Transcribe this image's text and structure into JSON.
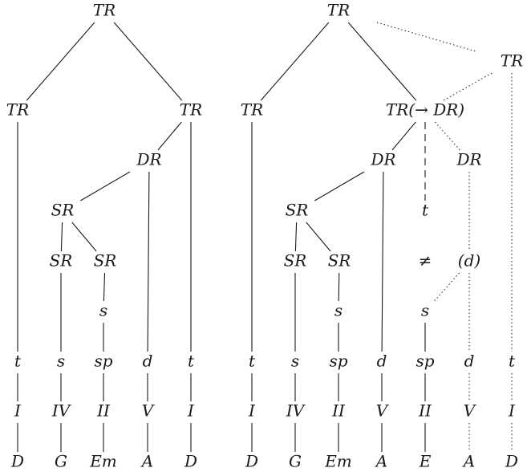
{
  "trees": [
    {
      "id": "left",
      "nodes": [
        {
          "id": "TR",
          "label": "TR"
        },
        {
          "id": "TRa",
          "label": "TR"
        },
        {
          "id": "TRb",
          "label": "TR"
        },
        {
          "id": "DR",
          "label": "DR"
        },
        {
          "id": "SR",
          "label": "SR"
        },
        {
          "id": "SR1",
          "label": "SR"
        },
        {
          "id": "SR2",
          "label": "SR"
        },
        {
          "id": "s",
          "label": "s"
        },
        {
          "id": "t1",
          "label": "t"
        },
        {
          "id": "s1",
          "label": "s"
        },
        {
          "id": "sp1",
          "label": "sp"
        },
        {
          "id": "d1",
          "label": "d"
        },
        {
          "id": "t2",
          "label": "t"
        },
        {
          "id": "n1",
          "label": "I"
        },
        {
          "id": "n2",
          "label": "IV"
        },
        {
          "id": "n3",
          "label": "II"
        },
        {
          "id": "n4",
          "label": "V"
        },
        {
          "id": "n5",
          "label": "I"
        },
        {
          "id": "c1",
          "label": "D"
        },
        {
          "id": "c2",
          "label": "G"
        },
        {
          "id": "c3",
          "label": "Em"
        },
        {
          "id": "c4",
          "label": "A"
        },
        {
          "id": "c5",
          "label": "D"
        }
      ]
    },
    {
      "id": "right",
      "nodes": [
        {
          "id": "TR",
          "label": "TR"
        },
        {
          "id": "TRx",
          "label": "TR"
        },
        {
          "id": "TRa",
          "label": "TR"
        },
        {
          "id": "TRc",
          "label": "TR(→ DR)"
        },
        {
          "id": "DR",
          "label": "DR"
        },
        {
          "id": "DR2",
          "label": "DR"
        },
        {
          "id": "SR",
          "label": "SR"
        },
        {
          "id": "SR1",
          "label": "SR"
        },
        {
          "id": "SR2",
          "label": "SR"
        },
        {
          "id": "tt",
          "label": "t"
        },
        {
          "id": "neq",
          "label": "≠"
        },
        {
          "id": "dpar",
          "label": "(d)"
        },
        {
          "id": "s",
          "label": "s"
        },
        {
          "id": "sE",
          "label": "s"
        },
        {
          "id": "t1",
          "label": "t"
        },
        {
          "id": "s1",
          "label": "s"
        },
        {
          "id": "sp1",
          "label": "sp"
        },
        {
          "id": "d1",
          "label": "d"
        },
        {
          "id": "sp2",
          "label": "sp"
        },
        {
          "id": "d2",
          "label": "d"
        },
        {
          "id": "t2",
          "label": "t"
        },
        {
          "id": "n1",
          "label": "I"
        },
        {
          "id": "n2",
          "label": "IV"
        },
        {
          "id": "n3",
          "label": "II"
        },
        {
          "id": "n4",
          "label": "V"
        },
        {
          "id": "n5",
          "label": "II"
        },
        {
          "id": "n6",
          "label": "V"
        },
        {
          "id": "n7",
          "label": "I"
        },
        {
          "id": "c1",
          "label": "D"
        },
        {
          "id": "c2",
          "label": "G"
        },
        {
          "id": "c3",
          "label": "Em"
        },
        {
          "id": "c4",
          "label": "A"
        },
        {
          "id": "c5",
          "label": "E"
        },
        {
          "id": "c6",
          "label": "A"
        },
        {
          "id": "c7",
          "label": "D"
        }
      ],
      "edges": [
        {
          "from": "TR",
          "to": "TRa",
          "style": "solid"
        },
        {
          "from": "TR",
          "to": "TRc",
          "style": "solid"
        },
        {
          "from": "TR",
          "to": "TRx",
          "style": "dotted"
        },
        {
          "from": "TRx",
          "to": "TRc",
          "style": "dotted"
        },
        {
          "from": "TRx",
          "to": "t2",
          "style": "dotted"
        },
        {
          "from": "TRc",
          "to": "DR",
          "style": "solid"
        },
        {
          "from": "TRc",
          "to": "tt",
          "style": "dashed"
        },
        {
          "from": "TRc",
          "to": "DR2",
          "style": "dotted"
        },
        {
          "from": "DR2",
          "to": "dpar",
          "style": "dotted"
        },
        {
          "from": "dpar",
          "to": "sE",
          "style": "dotted"
        },
        {
          "from": "dpar",
          "to": "d2",
          "style": "dotted"
        },
        {
          "from": "d2",
          "to": "n6",
          "style": "dotted"
        },
        {
          "from": "n6",
          "to": "c6",
          "style": "dotted"
        },
        {
          "from": "t2",
          "to": "n7",
          "style": "dotted"
        },
        {
          "from": "n7",
          "to": "c7",
          "style": "dotted"
        }
      ]
    }
  ]
}
